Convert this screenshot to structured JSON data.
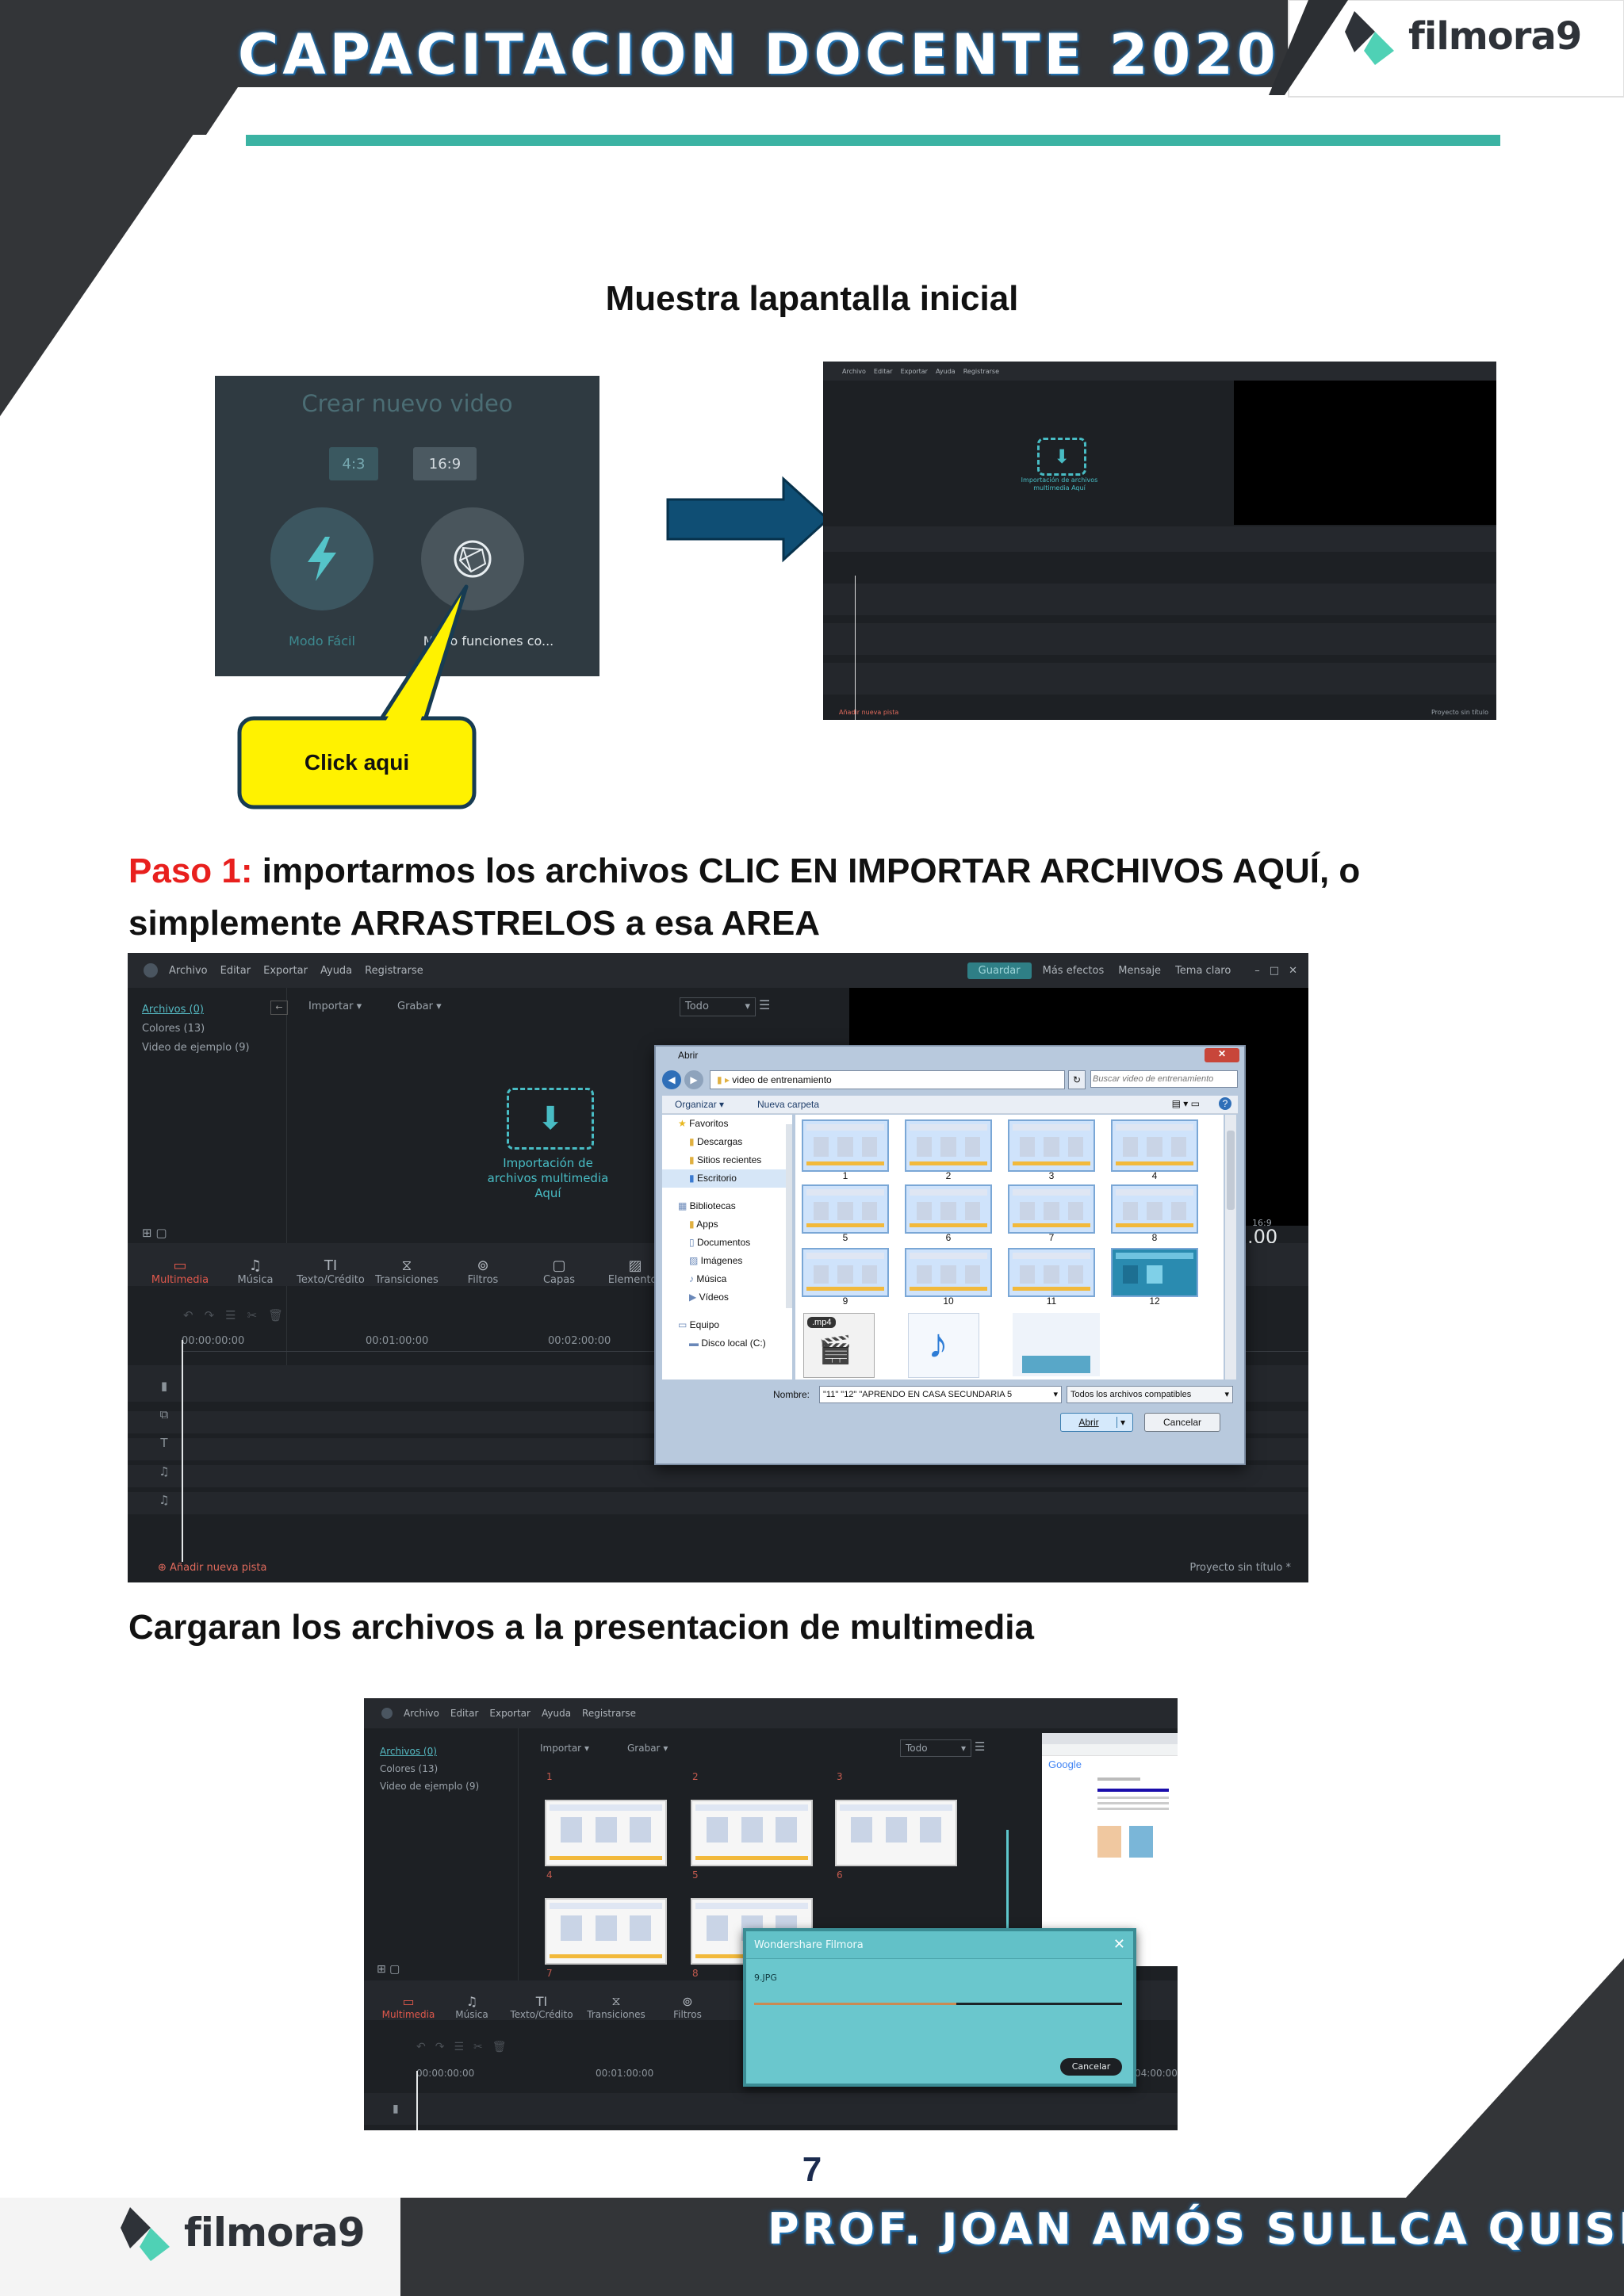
{
  "header": {
    "title": "CAPACITACION DOCENTE 2020",
    "brand_logo_text": "filmora9"
  },
  "section1": {
    "caption": "Muestra lapantalla inicial",
    "startup_dialog": {
      "title": "Crear nuevo video",
      "ratio_a": "4:3",
      "ratio_b": "16:9",
      "easy_mode": "Modo Fácil",
      "full_mode": "Modo funciones co..."
    },
    "callout": "Click aqui",
    "mini_editor": {
      "import_text": "Importación de archivos multimedia Aquí",
      "footer_add": "Añadir nueva pista",
      "footer_project": "Proyecto sin título"
    }
  },
  "step1": {
    "label": "Paso 1:",
    "text": " importarmos los archivos CLIC EN IMPORTAR ARCHIVOS AQUÍ, o simplemente ARRASTRELOS a esa AREA"
  },
  "editor": {
    "menu": [
      "Archivo",
      "Editar",
      "Exportar",
      "Ayuda",
      "Registrarse"
    ],
    "right_menu": {
      "primary": "Guardar",
      "items": [
        "Más efectos",
        "Mensaje",
        "Tema claro"
      ]
    },
    "library": [
      {
        "label": "Archivos (0)"
      },
      {
        "label": "Colores (13)"
      },
      {
        "label": "Video de ejemplo (9)"
      }
    ],
    "import_label": "Importar",
    "record_label": "Grabar",
    "filter_value": "Todo",
    "import_area_text": "Importación de archivos multimedia Aquí",
    "toolbar": [
      "Multimedia",
      "Música",
      "Texto/Crédito",
      "Transiciones",
      "Filtros",
      "Capas",
      "Elementos"
    ],
    "ruler": [
      "00:00:00:00",
      "00:01:00:00",
      "00:02:00:00"
    ],
    "preview_ratio": "16:9",
    "preview_time": ".00",
    "add_track": "Añadir nueva pista",
    "project_name": "Proyecto sin título *"
  },
  "open_dialog": {
    "title": "Abrir",
    "path": "video de entrenamiento",
    "search_placeholder": "Buscar video de entrenamiento",
    "organize": "Organizar",
    "new_folder": "Nueva carpeta",
    "nav": [
      {
        "label": "Favoritos",
        "level": 0
      },
      {
        "label": "Descargas",
        "level": 1
      },
      {
        "label": "Sitios recientes",
        "level": 1
      },
      {
        "label": "Escritorio",
        "level": 1
      },
      {
        "label": "Bibliotecas",
        "level": 0
      },
      {
        "label": "Apps",
        "level": 1
      },
      {
        "label": "Documentos",
        "level": 1
      },
      {
        "label": "Imágenes",
        "level": 1
      },
      {
        "label": "Música",
        "level": 1
      },
      {
        "label": "Vídeos",
        "level": 1
      },
      {
        "label": "Equipo",
        "level": 0
      },
      {
        "label": "Disco local (C:)",
        "level": 1
      }
    ],
    "files": [
      "1",
      "2",
      "3",
      "4",
      "5",
      "6",
      "7",
      "8",
      "9",
      "10",
      "11",
      "12"
    ],
    "mp4_badge": ".mp4",
    "filename_label": "Nombre:",
    "filename_value": "\"11\" \"12\" \"APRENDO EN CASA SECUNDARIA 5",
    "filetype": "Todos los archivos compatibles",
    "open_button": "Abrir",
    "cancel_button": "Cancelar"
  },
  "section2": {
    "caption": "Cargaran los archivos a la presentacion de multimedia"
  },
  "loading_editor": {
    "menu": [
      "Archivo",
      "Editar",
      "Exportar",
      "Ayuda",
      "Registrarse"
    ],
    "library": [
      {
        "label": "Archivos (0)"
      },
      {
        "label": "Colores (13)"
      },
      {
        "label": "Video de ejemplo (9)"
      }
    ],
    "import_label": "Importar",
    "record_label": "Grabar",
    "filter_value": "Todo",
    "thumbs": [
      "1",
      "2",
      "3",
      "4",
      "5",
      "6",
      "7",
      "8"
    ],
    "toolbar": [
      "Multimedia",
      "Música",
      "Texto/Crédito",
      "Transiciones",
      "Filtros"
    ],
    "ruler": [
      "00:00:00:00",
      "00:01:00:00",
      "04:00:00"
    ],
    "browser_brand": "Google",
    "progress_dialog": {
      "title": "Wondershare Filmora",
      "file": "9.JPG",
      "progress": 0.55,
      "cancel": "Cancelar"
    }
  },
  "footer": {
    "page_number": "7",
    "author": "PROF. JOAN AMÓS SULLCA QUISPE",
    "brand_logo_text": "filmora9"
  },
  "colors": {
    "teal": "#48bcc4",
    "accent_red": "#e8201e",
    "dark_band": "#333538",
    "arrow_blue": "#0f4e74",
    "callout_yellow": "#fff200"
  }
}
